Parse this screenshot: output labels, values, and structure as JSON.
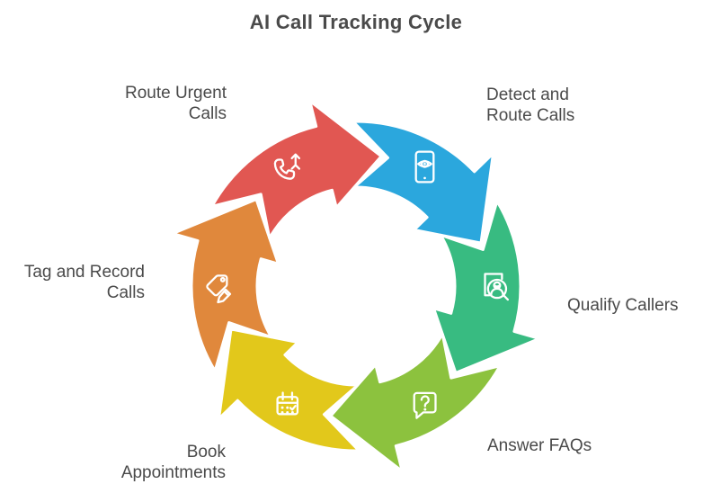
{
  "title": "AI Call Tracking Cycle",
  "colors": {
    "text": "#4a4a4a",
    "icon_stroke": "#ffffff",
    "background": "#ffffff"
  },
  "diagram": {
    "type": "cycle",
    "direction": "clockwise",
    "segments": [
      {
        "id": "detect-and-route-calls",
        "label": "Detect and\nRoute Calls",
        "color": "#2ba7dd",
        "icon": "smartphone-eye-icon"
      },
      {
        "id": "qualify-callers",
        "label": "Qualify Callers",
        "color": "#38bb81",
        "icon": "caller-search-icon"
      },
      {
        "id": "answer-faqs",
        "label": "Answer FAQs",
        "color": "#8cc23e",
        "icon": "chat-question-icon"
      },
      {
        "id": "book-appointments",
        "label": "Book\nAppointments",
        "color": "#e2c81b",
        "icon": "calendar-check-icon"
      },
      {
        "id": "tag-and-record-calls",
        "label": "Tag and Record\nCalls",
        "color": "#e0883c",
        "icon": "tag-pencil-icon"
      },
      {
        "id": "route-urgent-calls",
        "label": "Route Urgent\nCalls",
        "color": "#e15752",
        "icon": "phone-forward-icon"
      }
    ]
  }
}
